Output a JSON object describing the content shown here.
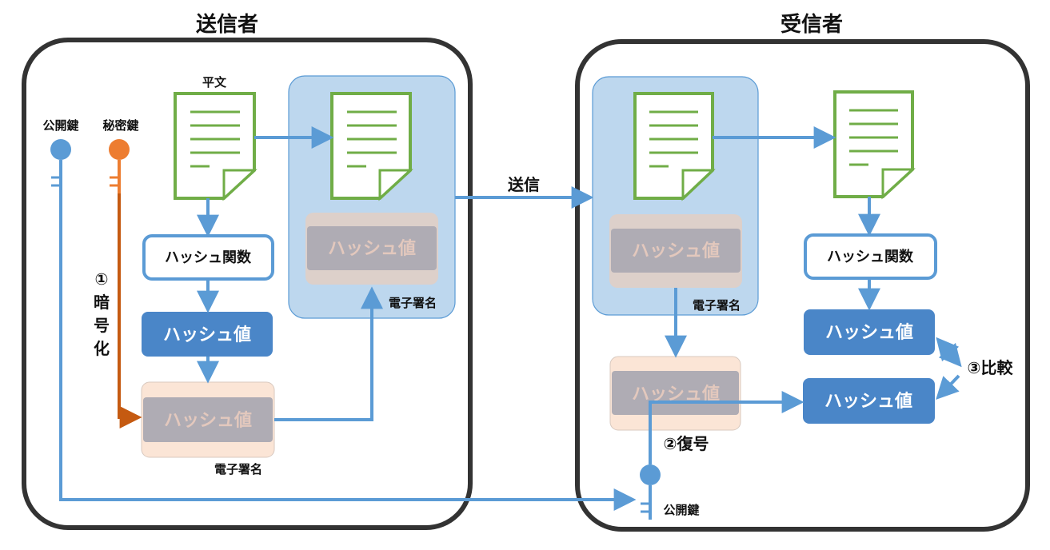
{
  "sender": {
    "title": "送信者",
    "public_key_label": "公開鍵",
    "private_key_label": "秘密鍵",
    "plaintext_label": "平文",
    "hash_function_label": "ハッシュ関数",
    "hash_value_label": "ハッシュ値",
    "encrypted_hash_label": "ハッシュ値",
    "signature_label": "電子署名",
    "bundle_hash_label": "ハッシュ値",
    "bundle_signature_label": "電子署名",
    "encrypt_step": [
      "①",
      "暗",
      "号",
      "化"
    ]
  },
  "transmit_label": "送信",
  "receiver": {
    "title": "受信者",
    "bundle_hash_label": "ハッシュ値",
    "bundle_signature_label": "電子署名",
    "hash_function_label": "ハッシュ関数",
    "hash_value_label": "ハッシュ値",
    "decrypted_hash_label": "ハッシュ値",
    "encrypted_hash_label": "ハッシュ値",
    "decrypt_step_label": "②復号",
    "compare_step_label": "③比較",
    "public_key_label": "公開鍵"
  },
  "colors": {
    "container_border": "#333333",
    "plain_doc_green": "#70ad47",
    "arrow_blue": "#5b9bd5",
    "arrow_orange": "#c55a11",
    "private_key_orange": "#ed7d31",
    "public_key_blue": "#5b9bd5",
    "hash_box_blue": "#4a86c8",
    "signature_panel": "#bdd7ee",
    "signature_box": "#fbe5d6"
  }
}
